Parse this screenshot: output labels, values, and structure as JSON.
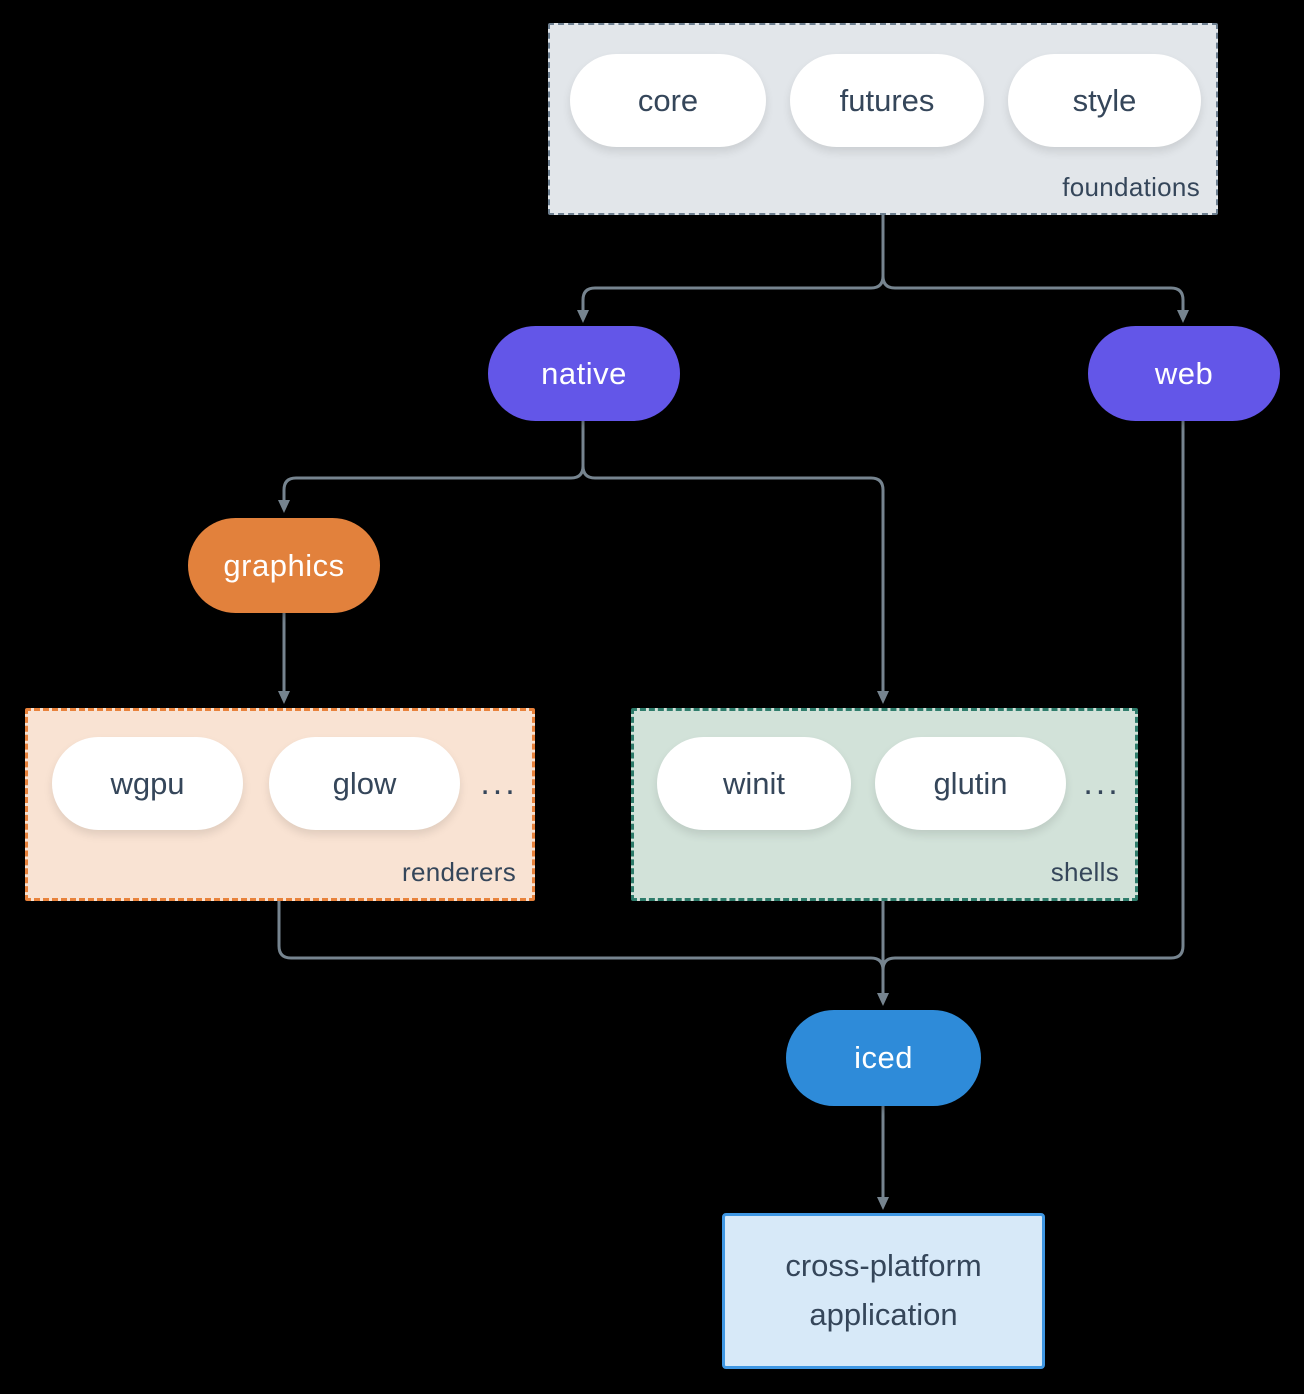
{
  "groups": {
    "foundations": {
      "label": "foundations",
      "items": [
        "core",
        "futures",
        "style"
      ]
    },
    "renderers": {
      "label": "renderers",
      "items": [
        "wgpu",
        "glow"
      ],
      "more": "..."
    },
    "shells": {
      "label": "shells",
      "items": [
        "winit",
        "glutin"
      ],
      "more": "..."
    }
  },
  "nodes": {
    "native": {
      "label": "native"
    },
    "web": {
      "label": "web"
    },
    "graphics": {
      "label": "graphics"
    },
    "iced": {
      "label": "iced"
    },
    "application": {
      "lines": [
        "cross-platform",
        "application"
      ]
    }
  },
  "edges": [
    {
      "from": "foundations",
      "to": "native"
    },
    {
      "from": "foundations",
      "to": "web"
    },
    {
      "from": "native",
      "to": "graphics"
    },
    {
      "from": "native",
      "to": "shells"
    },
    {
      "from": "graphics",
      "to": "renderers"
    },
    {
      "from": "renderers",
      "to": "iced"
    },
    {
      "from": "shells",
      "to": "iced"
    },
    {
      "from": "web",
      "to": "iced"
    },
    {
      "from": "iced",
      "to": "application"
    }
  ],
  "colors": {
    "background": "#000000",
    "line": "#76848F",
    "text_dark": "#35465A",
    "pill_white": "#FFFFFF",
    "purple": "#6356E8",
    "orange": "#E2813C",
    "blue": "#2E8BD9",
    "foundations_fill": "#E2E6EA",
    "foundations_border": "#6E8091",
    "renderers_fill": "#F9E3D3",
    "renderers_border": "#E8823B",
    "shells_fill": "#D2E2D9",
    "shells_border": "#2E7C6B",
    "application_fill": "#D7E9F8",
    "application_border": "#3F97E3"
  }
}
